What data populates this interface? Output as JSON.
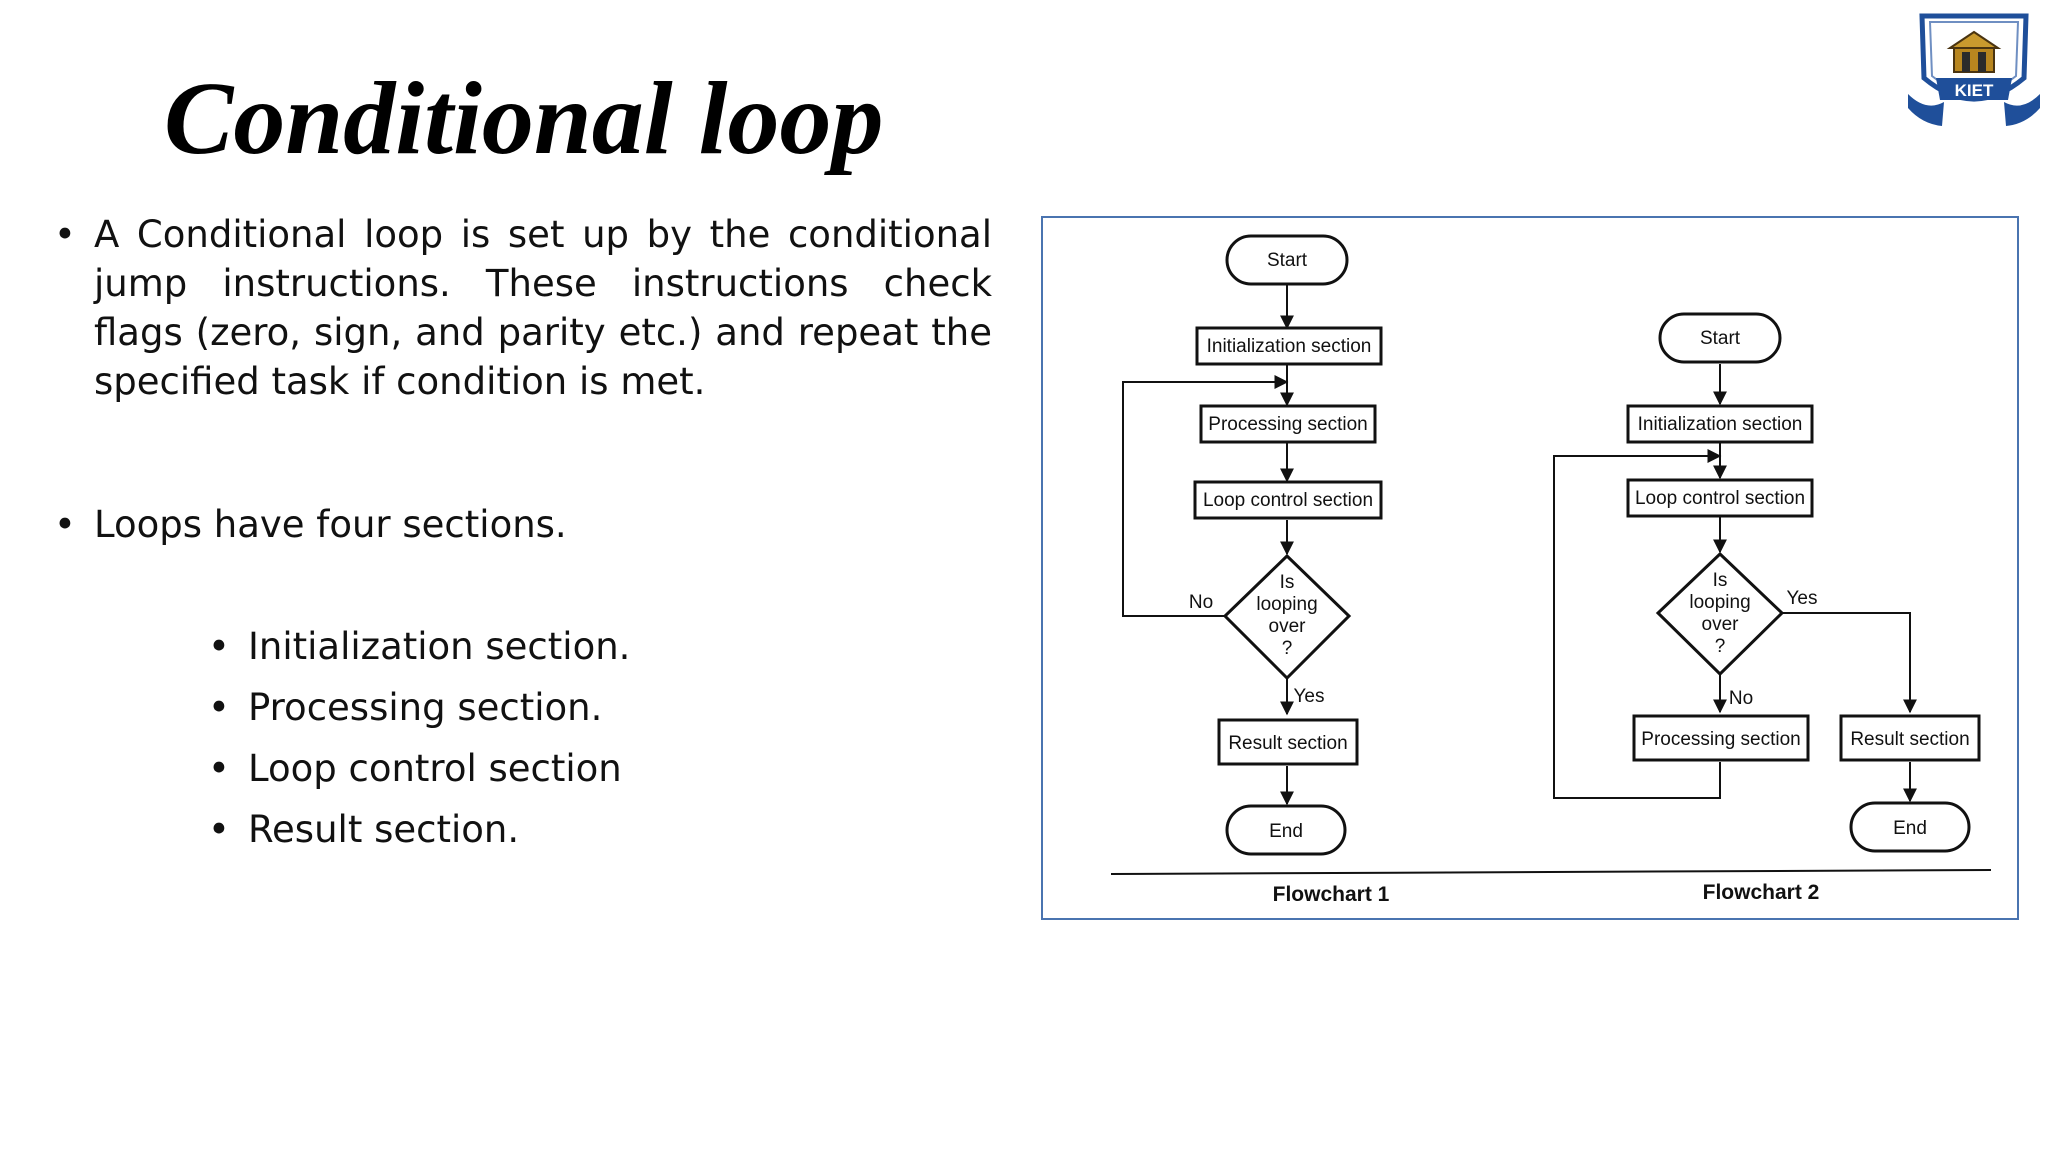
{
  "slide": {
    "title": "Conditional loop",
    "bullets": [
      "A Conditional loop is set up by the conditional jump instructions. These instructions check flags (zero, sign, and parity etc.) and repeat the specified task if condition is met.",
      "Loops have four sections."
    ],
    "sub_bullets": [
      "Initialization section.",
      "Processing section.",
      "Loop control section",
      "Result section."
    ],
    "logo": {
      "text": "KIET"
    }
  },
  "figure": {
    "flowchart1": {
      "caption": "Flowchart 1",
      "start": "Start",
      "init": "Initialization section",
      "processing": "Processing section",
      "loop_control": "Loop control section",
      "decision": [
        "Is",
        "looping",
        "over",
        "?"
      ],
      "no_label": "No",
      "yes_label": "Yes",
      "result": "Result section",
      "end": "End"
    },
    "flowchart2": {
      "caption": "Flowchart 2",
      "start": "Start",
      "init": "Initialization section",
      "loop_control": "Loop control section",
      "decision": [
        "Is",
        "looping",
        "over",
        "?"
      ],
      "yes_label": "Yes",
      "no_label": "No",
      "processing": "Processing section",
      "result": "Result section",
      "end": "End"
    }
  }
}
